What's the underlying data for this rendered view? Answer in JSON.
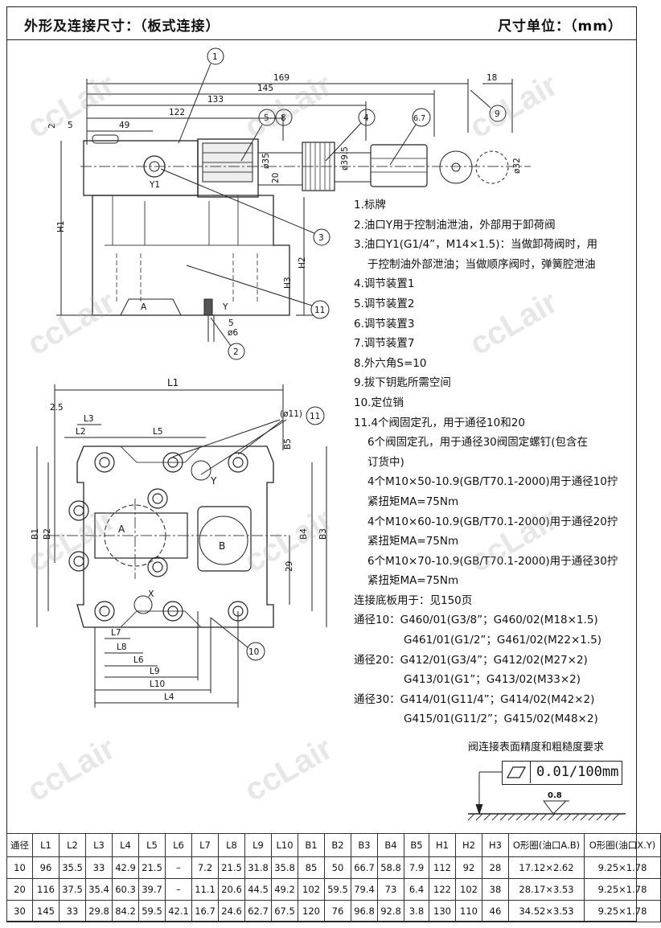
{
  "header": {
    "title": "外形及连接尺寸：（板式连接）",
    "unit": "尺寸单位：（mm）"
  },
  "side_view": {
    "dims": [
      "169",
      "145",
      "133",
      "122",
      "49",
      "5",
      "2",
      "18",
      "H1",
      "H2",
      "H3",
      "ø35",
      "ø39.5",
      "ø32",
      "20",
      "5",
      "ø6"
    ],
    "port_labels": [
      "Y1",
      "A",
      "Y"
    ],
    "callouts": [
      "1",
      "5",
      "8",
      "4",
      "6.7",
      "9",
      "3",
      "11",
      "2"
    ]
  },
  "top_view": {
    "dims": [
      "L1",
      "2.5",
      "L3",
      "L2",
      "L5",
      "(ø11)",
      "B5",
      "B1",
      "B2",
      "B4",
      "B3",
      "29",
      "L7",
      "L8",
      "L6",
      "L9",
      "L10",
      "L4"
    ],
    "port_labels": [
      "Y",
      "A",
      "B",
      "X"
    ],
    "callouts": [
      "11",
      "10"
    ]
  },
  "notes": [
    {
      "text": "1.标牌",
      "indent": 0
    },
    {
      "text": "2.油口Y用于控制油泄油，外部用于卸荷阀",
      "indent": 0
    },
    {
      "text": "3.油口Y1(G1/4”，M14×1.5)：当做卸荷阀时，用",
      "indent": 0
    },
    {
      "text": "于控制油外部泄油；当做顺序阀时，弹簧腔泄油",
      "indent": 1
    },
    {
      "text": "4.调节装置1",
      "indent": 0
    },
    {
      "text": "5.调节装置2",
      "indent": 0
    },
    {
      "text": "6.调节装置3",
      "indent": 0
    },
    {
      "text": "7.调节装置7",
      "indent": 0
    },
    {
      "text": "8.外六角S=10",
      "indent": 0
    },
    {
      "text": "9.拔下钥匙所需空间",
      "indent": 0
    },
    {
      "text": "10.定位销",
      "indent": 0
    },
    {
      "text": "11.4个阀固定孔，用于通径10和20",
      "indent": 0
    },
    {
      "text": "6个阀固定孔，用于通径30阀固定螺钉(包含在",
      "indent": 1
    },
    {
      "text": "订货中)",
      "indent": 1
    },
    {
      "text": "4个M10×50-10.9(GB/T70.1-2000)用于通径10拧",
      "indent": 1
    },
    {
      "text": "紧扭矩MA=75Nm",
      "indent": 1
    },
    {
      "text": "4个M10×60-10.9(GB/T70.1-2000)用于通径20拧",
      "indent": 1
    },
    {
      "text": "紧扭矩MA=75Nm",
      "indent": 1
    },
    {
      "text": "6个M10×70-10.9(GB/T70.1-2000)用于通径30拧",
      "indent": 1
    },
    {
      "text": "紧扭矩MA=75Nm",
      "indent": 1
    },
    {
      "text": "连接底板用于：见150页",
      "indent": 0
    },
    {
      "text": "通径10：G460/01(G3/8”；G460/02(M18×1.5)",
      "indent": 0
    },
    {
      "text": "G461/01(G1/2”；G461/02(M22×1.5)",
      "indent": 2
    },
    {
      "text": "通径20：G412/01(G3/4”；G412/02(M27×2)",
      "indent": 0
    },
    {
      "text": "G413/01(G1”；G413/02(M33×2)",
      "indent": 2
    },
    {
      "text": "通径30：G414/01(G11/4”；G414/02(M42×2)",
      "indent": 0
    },
    {
      "text": "G415/01(G11/2”；G415/02(M48×2)",
      "indent": 2
    }
  ],
  "surface": {
    "title": "阀连接表面精度和粗糙度要求",
    "flatness": "0.01/100mm",
    "roughness": "0.8"
  },
  "table": {
    "headers": [
      "通径",
      "L1",
      "L2",
      "L3",
      "L4",
      "L5",
      "L6",
      "L7",
      "L8",
      "L9",
      "L10",
      "B1",
      "B2",
      "B3",
      "B4",
      "B5",
      "H1",
      "H2",
      "H3",
      "O形圈(油口A.B)",
      "O形圈(油口X.Y)"
    ],
    "rows": [
      [
        "10",
        "96",
        "35.5",
        "33",
        "42.9",
        "21.5",
        "–",
        "7.2",
        "21.5",
        "31.8",
        "35.8",
        "85",
        "50",
        "66.7",
        "58.8",
        "7.9",
        "112",
        "92",
        "28",
        "17.12×2.62",
        "9.25×1.78"
      ],
      [
        "20",
        "116",
        "37.5",
        "35.4",
        "60.3",
        "39.7",
        "–",
        "11.1",
        "20.6",
        "44.5",
        "49.2",
        "102",
        "59.5",
        "79.4",
        "73",
        "6.4",
        "122",
        "102",
        "38",
        "28.17×3.53",
        "9.25×1.78"
      ],
      [
        "30",
        "145",
        "33",
        "29.8",
        "84.2",
        "59.5",
        "42.1",
        "16.7",
        "24.6",
        "62.7",
        "67.5",
        "120",
        "76",
        "96.8",
        "92.8",
        "3.8",
        "130",
        "110",
        "46",
        "34.52×3.53",
        "9.25×1.78"
      ]
    ]
  },
  "watermark": "ccLair"
}
